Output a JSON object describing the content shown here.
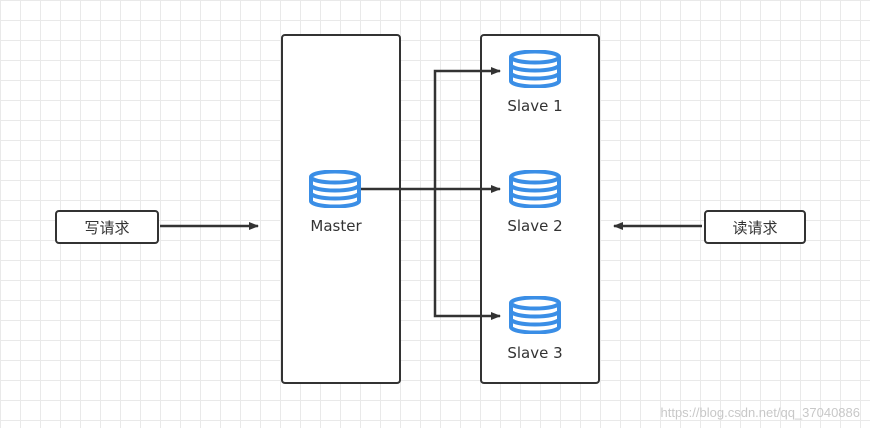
{
  "nodes": {
    "master": {
      "label": "Master"
    },
    "slave1": {
      "label": "Slave 1"
    },
    "slave2": {
      "label": "Slave 2"
    },
    "slave3": {
      "label": "Slave 3"
    },
    "write_request": {
      "label": "写请求"
    },
    "read_request": {
      "label": "读请求"
    }
  },
  "watermark": "https://blog.csdn.net/qq_37040886",
  "colors": {
    "database_icon": "#3a8ee6",
    "stroke": "#333333"
  }
}
